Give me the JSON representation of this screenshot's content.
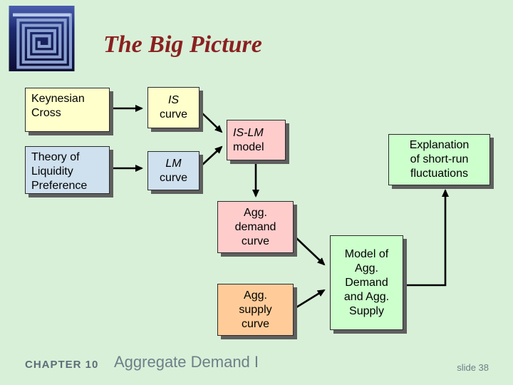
{
  "slide": {
    "title": "The Big Picture"
  },
  "boxes": {
    "keynesian_cross": {
      "label": "Keynesian\nCross"
    },
    "is_curve": {
      "em": "IS",
      "rest": "curve"
    },
    "liquidity_preference": {
      "label": "Theory of\nLiquidity\nPreference"
    },
    "lm_curve": {
      "em": "LM",
      "rest": "curve"
    },
    "islm_model": {
      "em": "IS-LM",
      "rest": "model"
    },
    "explanation": {
      "label": "Explanation\nof short-run\nfluctuations"
    },
    "agg_demand": {
      "label": "Agg.\ndemand\ncurve"
    },
    "agg_supply": {
      "label": "Agg.\nsupply\ncurve"
    },
    "model_ad_as": {
      "label": "Model of\nAgg.\nDemand\nand Agg.\nSupply"
    }
  },
  "footer": {
    "chapter": "CHAPTER 10",
    "title": "Aggregate Demand I",
    "slide_number": "slide 38"
  },
  "colors": {
    "background": "#d8f0d8",
    "title_text": "#8b2020",
    "box_yellow": "#ffffcc",
    "box_blue": "#cfe0ee",
    "box_pink": "#ffcccc",
    "box_green": "#ccffcc",
    "box_orange": "#ffcc99",
    "arrow": "#000000",
    "footer_text": "#6e7f88"
  }
}
